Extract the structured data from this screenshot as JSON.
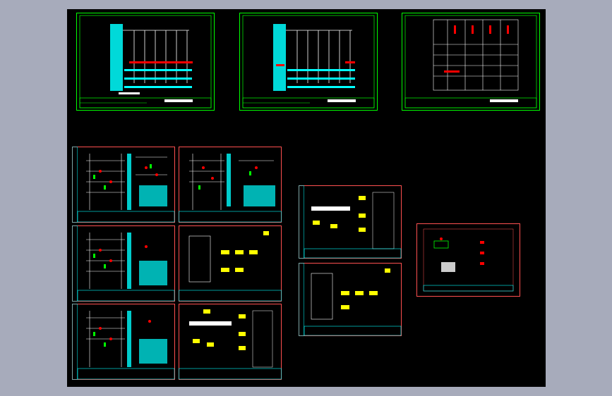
{
  "viewer": {
    "background": "#a7abbb",
    "canvas_color": "#000000"
  },
  "colors": {
    "green_frame": "#00ff00",
    "red_frame": "#ff5050",
    "cyan": "#00ffff",
    "white": "#ffffff",
    "yellow": "#ffff00",
    "red": "#ff0000",
    "green": "#00ff00"
  },
  "sheets": [
    {
      "id": "panel-a-main",
      "kind": "system-diagram",
      "frame": "green"
    },
    {
      "id": "panel-b-main",
      "kind": "system-diagram",
      "frame": "green"
    },
    {
      "id": "panel-c-table",
      "kind": "schedule-table",
      "frame": "green"
    },
    {
      "id": "schematic-1",
      "kind": "wiring-schematic",
      "frame": "red"
    },
    {
      "id": "schematic-2",
      "kind": "wiring-schematic",
      "frame": "red"
    },
    {
      "id": "schematic-3",
      "kind": "wiring-schematic",
      "frame": "red"
    },
    {
      "id": "schematic-4",
      "kind": "wiring-schematic",
      "frame": "red"
    },
    {
      "id": "detail-1",
      "kind": "component-layout",
      "frame": "red"
    },
    {
      "id": "detail-2",
      "kind": "component-layout",
      "frame": "red"
    },
    {
      "id": "detail-3",
      "kind": "component-layout",
      "frame": "red"
    },
    {
      "id": "detail-4",
      "kind": "component-layout",
      "frame": "red"
    },
    {
      "id": "detail-5",
      "kind": "component-layout",
      "frame": "red"
    }
  ]
}
